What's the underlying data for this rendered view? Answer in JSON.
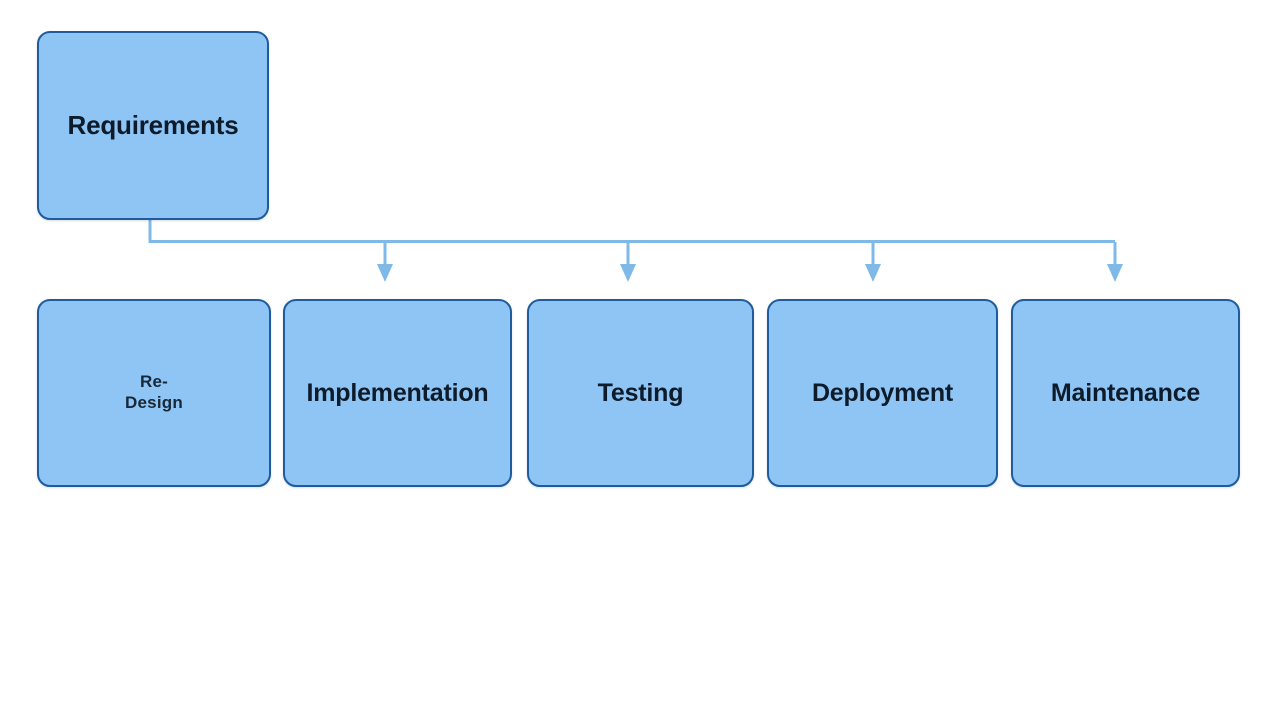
{
  "diagram": {
    "type": "flowchart",
    "background_color": "#ffffff",
    "node_fill_color": "#8FC5F4",
    "node_border_color": "#1F5C9E",
    "connector_color": "#7FB9E8",
    "text_color": "#0d1b2a",
    "root": {
      "id": "requirements",
      "label": "Requirements"
    },
    "children": [
      {
        "id": "redesign",
        "label": "Re-\nDesign",
        "has_arrow": false
      },
      {
        "id": "implementation",
        "label": "Implementation",
        "has_arrow": true
      },
      {
        "id": "testing",
        "label": "Testing",
        "has_arrow": true
      },
      {
        "id": "deployment",
        "label": "Deployment",
        "has_arrow": true
      },
      {
        "id": "maintenance",
        "label": "Maintenance",
        "has_arrow": true
      }
    ]
  }
}
